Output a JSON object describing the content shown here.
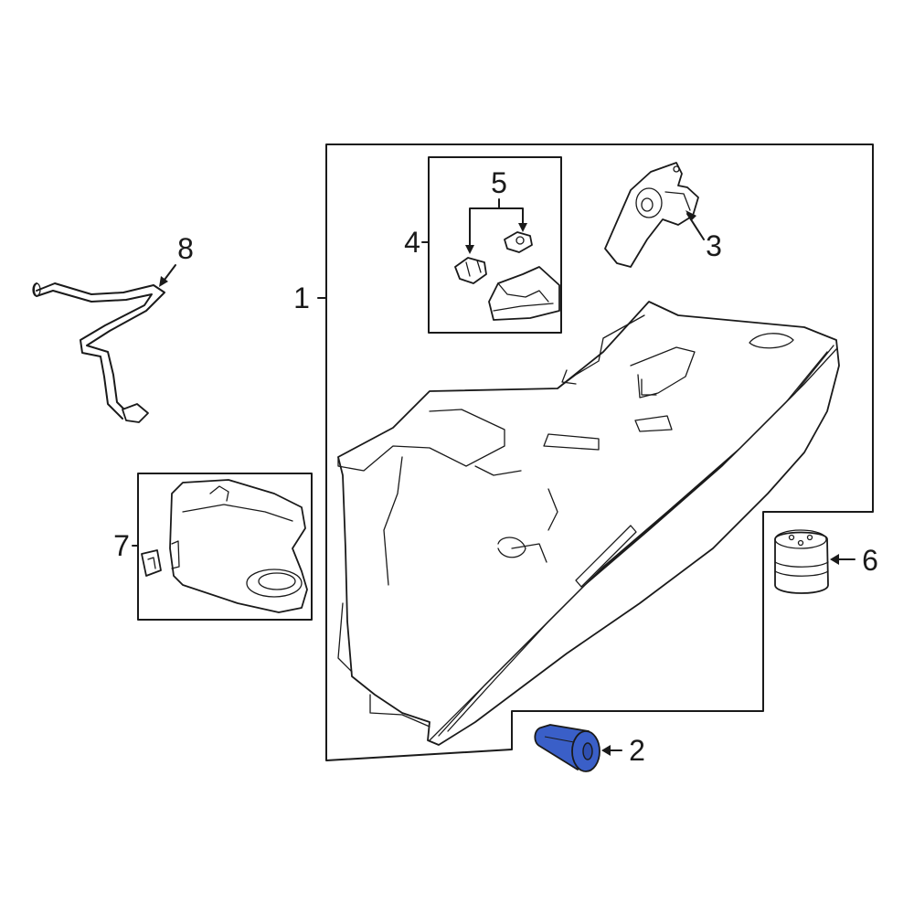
{
  "diagram": {
    "callouts": [
      "1",
      "2",
      "3",
      "4",
      "5",
      "6",
      "7",
      "8"
    ],
    "highlight_color": "#3a5fc8",
    "line_color": "#1a1a1a"
  }
}
